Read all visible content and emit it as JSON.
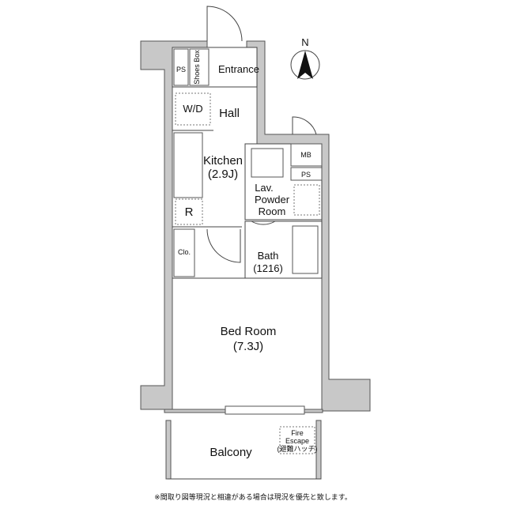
{
  "rooms": {
    "ps_top": "PS",
    "shoe_box": "Shoes Box",
    "entrance": "Entrance",
    "wd": "W/D",
    "hall": "Hall",
    "mb": "MB",
    "ps_mid": "PS",
    "kitchen": "Kitchen",
    "kitchen_size": "(2.9J)",
    "lav_line1": "Lav.",
    "lav_line2": "Powder",
    "lav_line3": "Room",
    "fridge": "R",
    "closet": "Clo.",
    "bath": "Bath",
    "bath_size": "(1216)",
    "bedroom": "Bed Room",
    "bedroom_size": "(7.3J)",
    "balcony": "Balcony",
    "fire_escape_1": "Fire",
    "fire_escape_2": "Escape",
    "fire_escape_3": "(避難ハッチ)"
  },
  "compass": {
    "label": "N"
  },
  "footnote": "※間取り図等現況と相違がある場合は現況を優先と致します。",
  "colors": {
    "wall": "#c8c8c8",
    "line": "#444444",
    "background": "#ffffff"
  }
}
